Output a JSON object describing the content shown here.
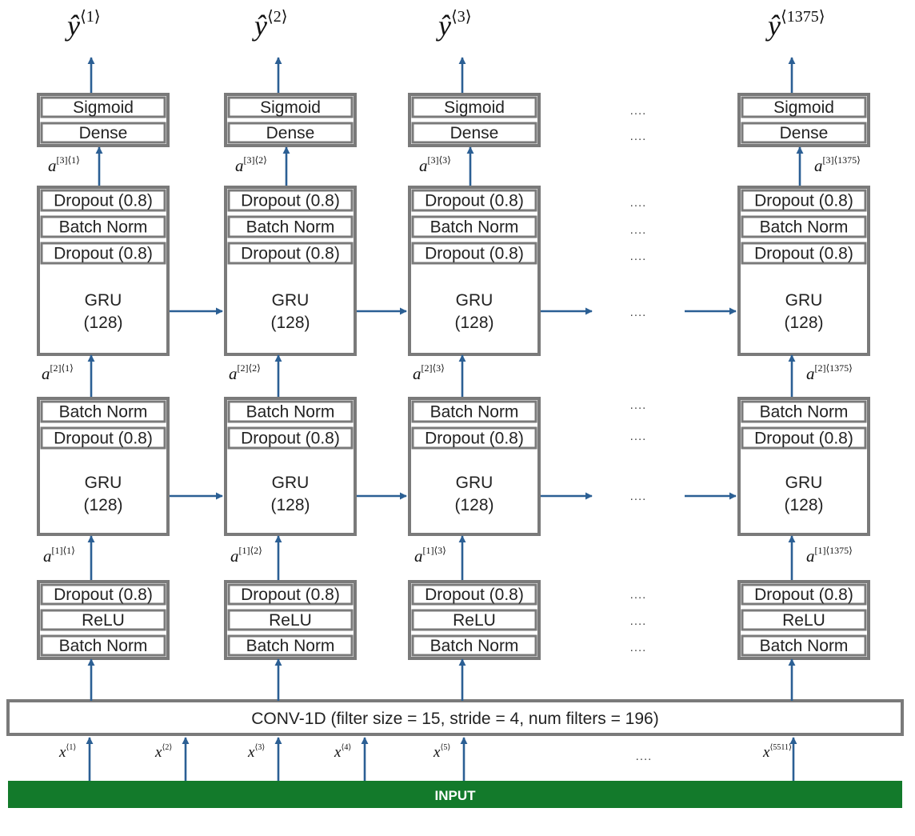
{
  "input_label": "INPUT",
  "conv_label": "CONV-1D (filter size = 15, stride = 4, num filters = 196)",
  "ellipsis": "....",
  "colors": {
    "input_green": "#137a2b",
    "arrow_blue": "#2b5f94",
    "box_gray": "#7a7a7a"
  },
  "columns": [
    {
      "output": {
        "base": "ŷ",
        "sup": "⟨1⟩"
      },
      "top_stack": [
        "Sigmoid",
        "Dense"
      ],
      "a3": {
        "base": "a",
        "sup": "[3]⟨1⟩"
      },
      "gru2_stack": [
        "Dropout (0.8)",
        "Batch Norm",
        "Dropout (0.8)"
      ],
      "gru2_label": [
        "GRU",
        "(128)"
      ],
      "a2": {
        "base": "a",
        "sup": "[2]⟨1⟩"
      },
      "gru1_stack": [
        "Batch Norm",
        "Dropout (0.8)"
      ],
      "gru1_label": [
        "GRU",
        "(128)"
      ],
      "a1": {
        "base": "a",
        "sup": "[1]⟨1⟩"
      },
      "bottom_stack": [
        "Dropout (0.8)",
        "ReLU",
        "Batch Norm"
      ]
    },
    {
      "output": {
        "base": "ŷ",
        "sup": "⟨2⟩"
      },
      "top_stack": [
        "Sigmoid",
        "Dense"
      ],
      "a3": {
        "base": "a",
        "sup": "[3]⟨2⟩"
      },
      "gru2_stack": [
        "Dropout (0.8)",
        "Batch Norm",
        "Dropout (0.8)"
      ],
      "gru2_label": [
        "GRU",
        "(128)"
      ],
      "a2": {
        "base": "a",
        "sup": "[2]⟨2⟩"
      },
      "gru1_stack": [
        "Batch Norm",
        "Dropout (0.8)"
      ],
      "gru1_label": [
        "GRU",
        "(128)"
      ],
      "a1": {
        "base": "a",
        "sup": "[1]⟨2⟩"
      },
      "bottom_stack": [
        "Dropout (0.8)",
        "ReLU",
        "Batch Norm"
      ]
    },
    {
      "output": {
        "base": "ŷ",
        "sup": "⟨3⟩"
      },
      "top_stack": [
        "Sigmoid",
        "Dense"
      ],
      "a3": {
        "base": "a",
        "sup": "[3]⟨3⟩"
      },
      "gru2_stack": [
        "Dropout (0.8)",
        "Batch Norm",
        "Dropout (0.8)"
      ],
      "gru2_label": [
        "GRU",
        "(128)"
      ],
      "a2": {
        "base": "a",
        "sup": "[2]⟨3⟩"
      },
      "gru1_stack": [
        "Batch Norm",
        "Dropout (0.8)"
      ],
      "gru1_label": [
        "GRU",
        "(128)"
      ],
      "a1": {
        "base": "a",
        "sup": "[1]⟨3⟩"
      },
      "bottom_stack": [
        "Dropout (0.8)",
        "ReLU",
        "Batch Norm"
      ]
    },
    {
      "output": {
        "base": "ŷ",
        "sup": "⟨1375⟩"
      },
      "top_stack": [
        "Sigmoid",
        "Dense"
      ],
      "a3": {
        "base": "a",
        "sup": "[3]⟨1375⟩"
      },
      "gru2_stack": [
        "Dropout (0.8)",
        "Batch Norm",
        "Dropout (0.8)"
      ],
      "gru2_label": [
        "GRU",
        "(128)"
      ],
      "a2": {
        "base": "a",
        "sup": "[2]⟨1375⟩"
      },
      "gru1_stack": [
        "Batch Norm",
        "Dropout (0.8)"
      ],
      "gru1_label": [
        "GRU",
        "(128)"
      ],
      "a1": {
        "base": "a",
        "sup": "[1]⟨1375⟩"
      },
      "bottom_stack": [
        "Dropout (0.8)",
        "ReLU",
        "Batch Norm"
      ]
    }
  ],
  "inputs": [
    {
      "base": "x",
      "sup": "⟨1⟩"
    },
    {
      "base": "x",
      "sup": "⟨2⟩"
    },
    {
      "base": "x",
      "sup": "⟨3⟩"
    },
    {
      "base": "x",
      "sup": "⟨4⟩"
    },
    {
      "base": "x",
      "sup": "⟨5⟩"
    },
    {
      "base": "x",
      "sup": "⟨5511⟩"
    }
  ]
}
